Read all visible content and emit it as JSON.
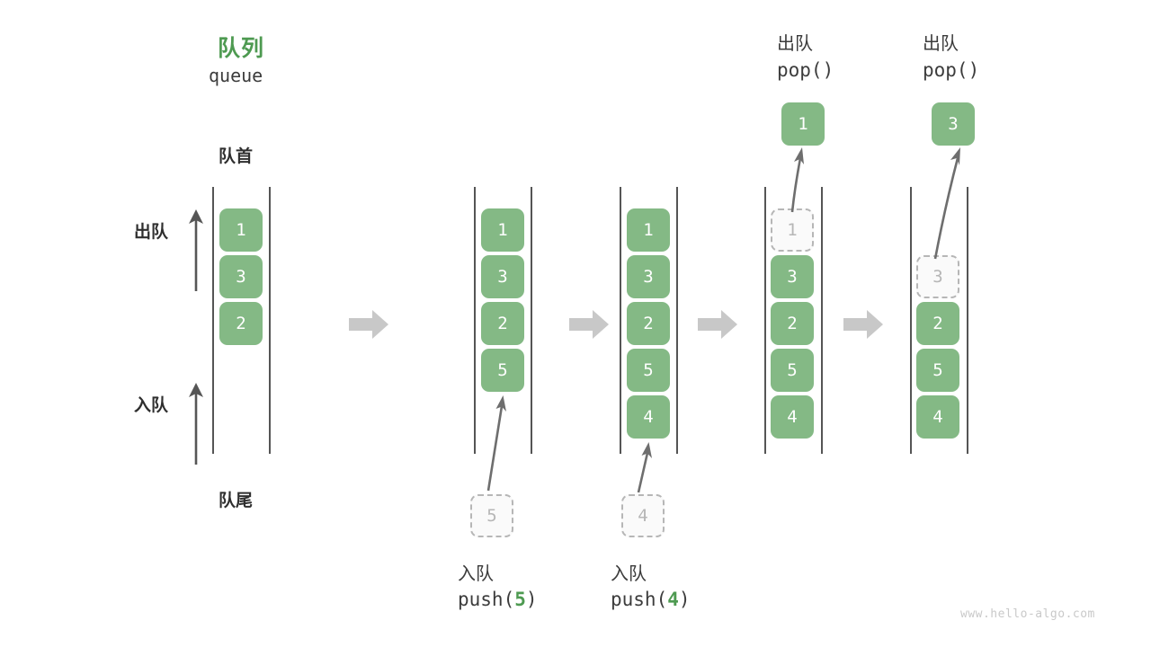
{
  "diagram": {
    "title_cn": "队列",
    "title_en": "queue",
    "head_label": "队首",
    "tail_label": "队尾",
    "dequeue_label": "出队",
    "enqueue_label": "入队",
    "watermark": "www.hello-algo.com",
    "accent_color": "#4e9a51",
    "cell_color": "#84b985",
    "ghost_color": "#b6b6b6",
    "arrow_color": "#c8c8c8"
  },
  "frames": [
    {
      "id": "frame-initial",
      "cells": [
        "1",
        "3",
        "2"
      ],
      "ghost_index": null,
      "pending": null,
      "caption_cn": null,
      "caption_code": null,
      "popped": null,
      "pop_caption_cn": null,
      "pop_caption_code": null
    },
    {
      "id": "frame-push-5",
      "cells": [
        "1",
        "3",
        "2",
        "5"
      ],
      "ghost_index": null,
      "pending": "5",
      "caption_cn": "入队",
      "caption_code": "push(5)",
      "caption_code_pre": "push(",
      "caption_code_num": "5",
      "caption_code_post": ")",
      "popped": null,
      "pop_caption_cn": null,
      "pop_caption_code": null
    },
    {
      "id": "frame-push-4",
      "cells": [
        "1",
        "3",
        "2",
        "5",
        "4"
      ],
      "ghost_index": null,
      "pending": "4",
      "caption_cn": "入队",
      "caption_code": "push(4)",
      "caption_code_pre": "push(",
      "caption_code_num": "4",
      "caption_code_post": ")",
      "popped": null,
      "pop_caption_cn": null,
      "pop_caption_code": null
    },
    {
      "id": "frame-pop-1",
      "cells": [
        "1",
        "3",
        "2",
        "5",
        "4"
      ],
      "ghost_index": 0,
      "pending": null,
      "caption_cn": null,
      "caption_code": null,
      "popped": "1",
      "pop_caption_cn": "出队",
      "pop_caption_code": "pop()"
    },
    {
      "id": "frame-pop-3",
      "cells": [
        "3",
        "2",
        "5",
        "4"
      ],
      "ghost_index": 0,
      "pending": null,
      "caption_cn": null,
      "caption_code": null,
      "popped": "3",
      "pop_caption_cn": "出队",
      "pop_caption_code": "pop()"
    }
  ]
}
